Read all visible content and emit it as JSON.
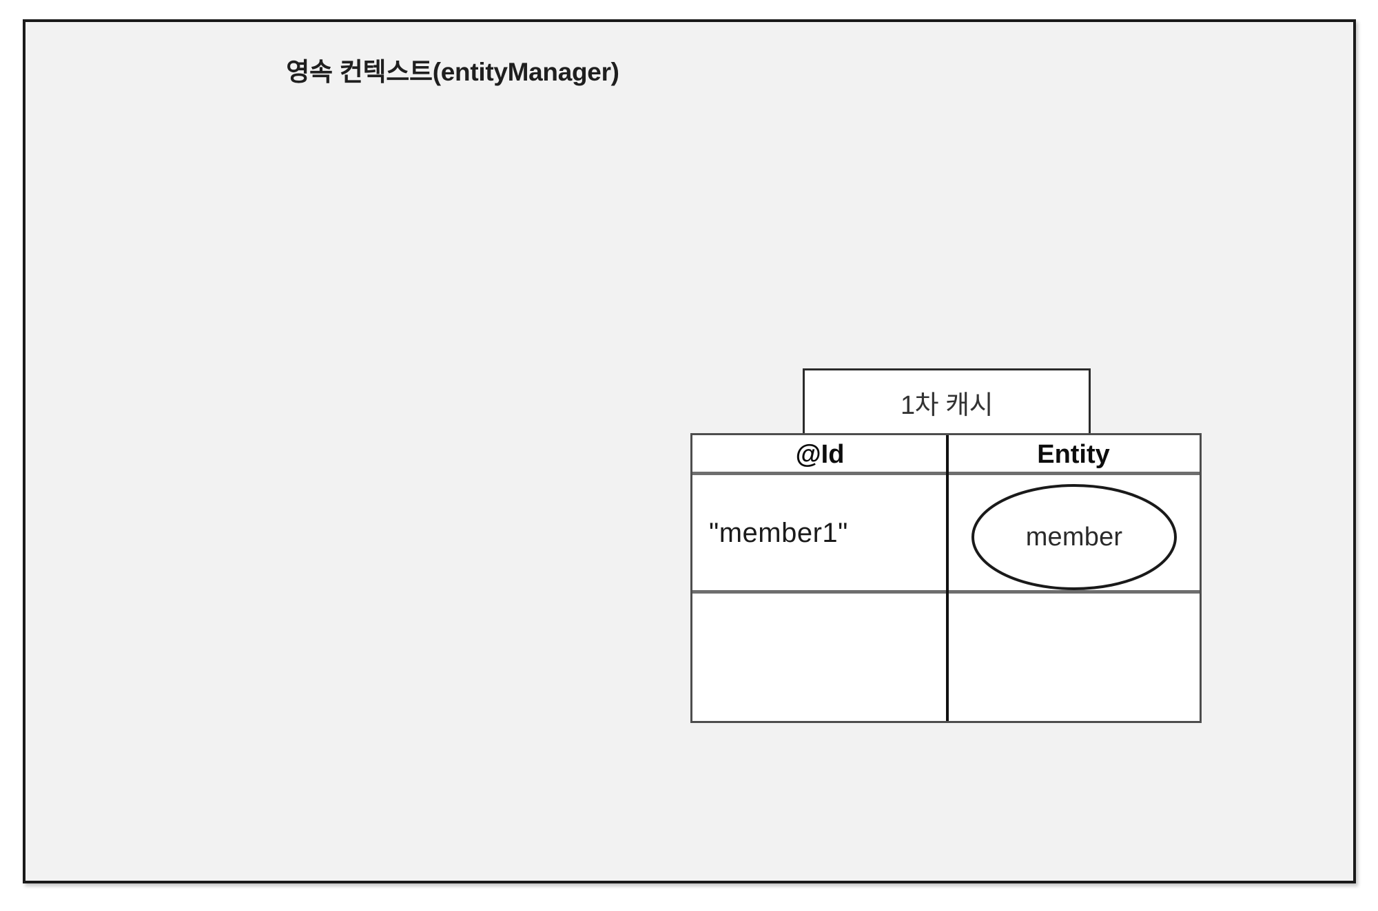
{
  "diagram": {
    "title": "영속 컨텍스트(entityManager)",
    "background_color": "#f2f2f2",
    "border_color": "#1a1a1a"
  },
  "cache_box": {
    "caption": "1차 캐시"
  },
  "cache_table": {
    "columns": [
      "@Id",
      "Entity"
    ],
    "rows": [
      {
        "id": "\"member1\"",
        "entity": "member",
        "entity_shape": "ellipse"
      },
      {
        "id": "",
        "entity": "",
        "entity_shape": "none"
      }
    ]
  }
}
